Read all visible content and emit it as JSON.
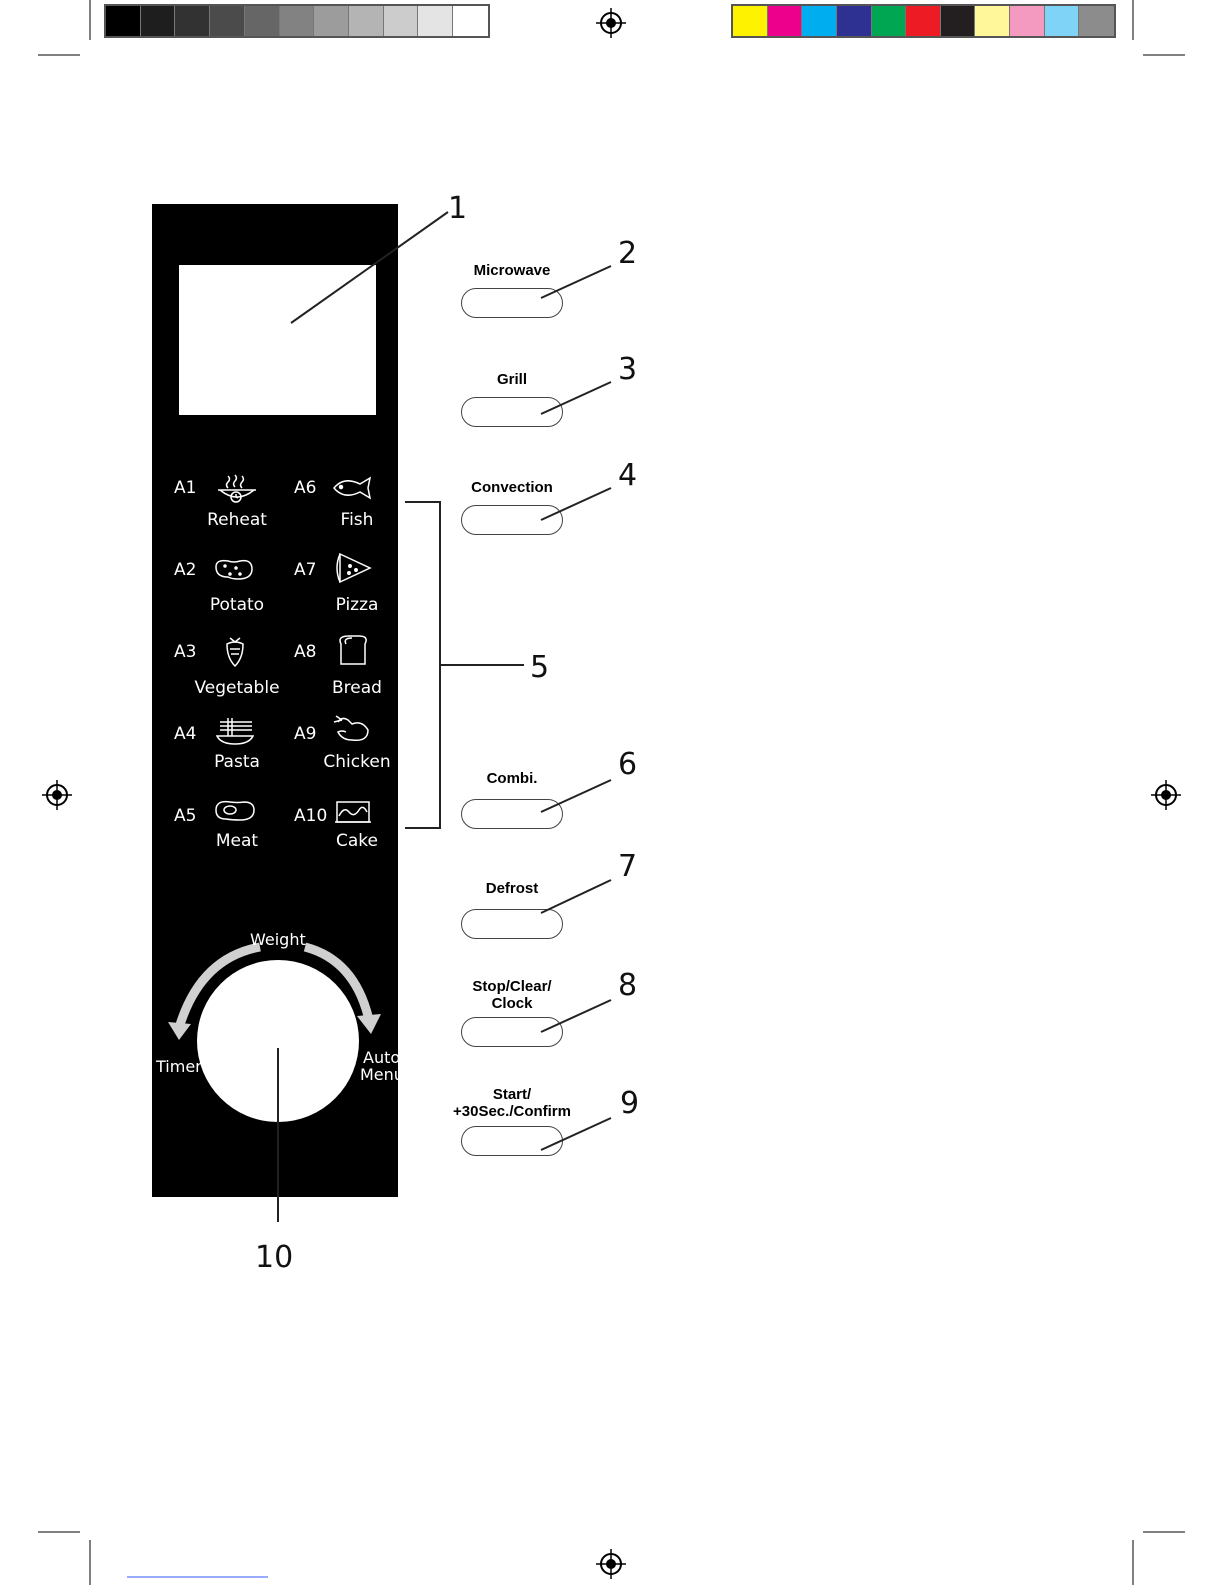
{
  "color_bars": {
    "grayscale": [
      "#000000",
      "#1e1e1e",
      "#323232",
      "#4b4b4b",
      "#666666",
      "#828282",
      "#9c9c9c",
      "#b4b4b4",
      "#cccccc",
      "#e4e4e4",
      "#ffffff"
    ],
    "process": [
      "#fff200",
      "#ec008c",
      "#00aeef",
      "#2e3192",
      "#00a651",
      "#ed1c24",
      "#231f20",
      "#fff799",
      "#f49ac1",
      "#7fd3f7",
      "#8c8c8c"
    ]
  },
  "panel": {
    "programs": [
      {
        "code": "A1",
        "label": "Reheat",
        "icon": "reheat-icon"
      },
      {
        "code": "A2",
        "label": "Potato",
        "icon": "potato-icon"
      },
      {
        "code": "A3",
        "label": "Vegetable",
        "icon": "vegetable-icon"
      },
      {
        "code": "A4",
        "label": "Pasta",
        "icon": "pasta-icon"
      },
      {
        "code": "A5",
        "label": "Meat",
        "icon": "meat-icon"
      },
      {
        "code": "A6",
        "label": "Fish",
        "icon": "fish-icon"
      },
      {
        "code": "A7",
        "label": "Pizza",
        "icon": "pizza-icon"
      },
      {
        "code": "A8",
        "label": "Bread",
        "icon": "bread-icon"
      },
      {
        "code": "A9",
        "label": "Chicken",
        "icon": "chicken-icon"
      },
      {
        "code": "A10",
        "label": "Cake",
        "icon": "cake-icon"
      }
    ],
    "dial": {
      "top": "Weight",
      "left": "Timer",
      "right_line1": "Auto",
      "right_line2": "Menu"
    }
  },
  "buttons": [
    {
      "label_line1": "Microwave",
      "label_line2": ""
    },
    {
      "label_line1": "Grill",
      "label_line2": ""
    },
    {
      "label_line1": "Convection",
      "label_line2": ""
    },
    {
      "label_line1": "Combi.",
      "label_line2": ""
    },
    {
      "label_line1": "Defrost",
      "label_line2": ""
    },
    {
      "label_line1": "Stop/Clear/",
      "label_line2": "Clock"
    },
    {
      "label_line1": "Start/",
      "label_line2": "+30Sec./Confirm"
    }
  ],
  "callouts": [
    "1",
    "2",
    "3",
    "4",
    "5",
    "6",
    "7",
    "8",
    "9",
    "10"
  ]
}
